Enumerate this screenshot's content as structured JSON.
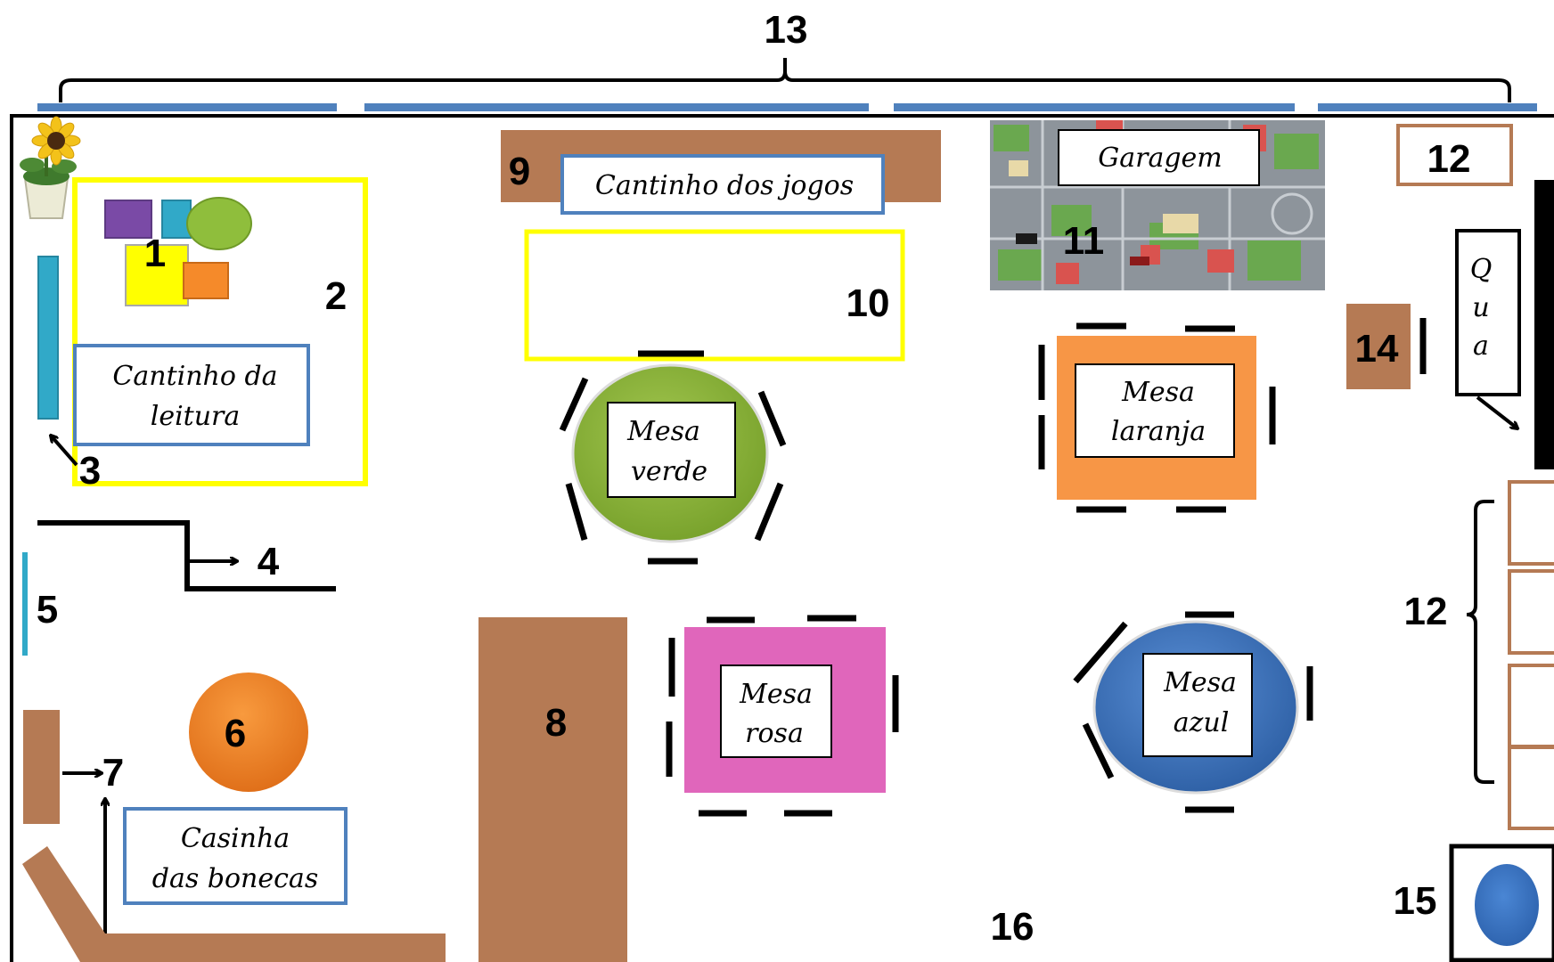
{
  "numbers": {
    "n1": "1",
    "n2": "2",
    "n3": "3",
    "n4": "4",
    "n5": "5",
    "n6": "6",
    "n7": "7",
    "n8": "8",
    "n9": "9",
    "n10": "10",
    "n11": "11",
    "n12_top": "12",
    "n12_right": "12",
    "n13": "13",
    "n14": "14",
    "n15": "15",
    "n16": "16"
  },
  "labels": {
    "reading_l1": "Cantinho da",
    "reading_l2": "leitura",
    "games": "Cantinho dos jogos",
    "garage": "Garagem",
    "dolls_l1": "Casinha",
    "dolls_l2": "das bonecas",
    "green_l1": "Mesa",
    "green_l2": "verde",
    "orange_l1": "Mesa",
    "orange_l2": "laranja",
    "pink_l1": "Mesa",
    "pink_l2": "rosa",
    "blue_l1": "Mesa",
    "blue_l2": "azul",
    "board_v1": "Q",
    "board_v2": "u",
    "board_v3": "a"
  },
  "colors": {
    "wood": "#b57a54",
    "window": "#4f81bd",
    "yellow": "#ffff00",
    "green_table": "#8bb33a",
    "orange_table": "#f79646",
    "pink_table": "#e066bb",
    "blue_table": "#3a70bf",
    "label_border": "#4f81bd",
    "shelf_blue": "#31a9c8"
  }
}
